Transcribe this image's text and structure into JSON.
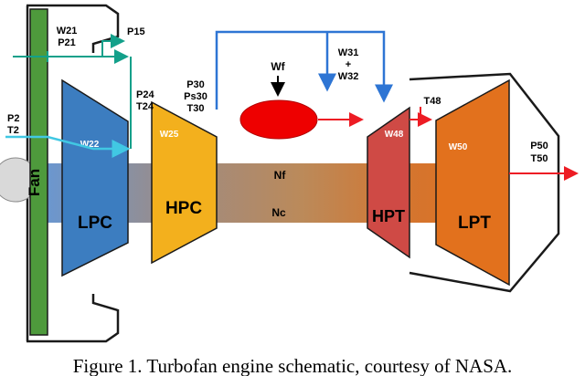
{
  "figure": {
    "caption": "Figure 1. Turbofan engine schematic, courtesy of NASA."
  },
  "diagram": {
    "components": {
      "fan": "Fan",
      "lpc": "LPC",
      "hpc": "HPC",
      "hpt": "HPT",
      "lpt": "LPT",
      "shaft_fan_speed": "Nf",
      "shaft_core_speed": "Nc",
      "fuel_flow": "Wf"
    },
    "stations": {
      "w21": "W21",
      "p21": "P21",
      "p15": "P15",
      "p2": "P2",
      "t2": "T2",
      "p24": "P24",
      "t24": "T24",
      "w22": "W22",
      "w25": "W25",
      "p30": "P30",
      "ps30": "Ps30",
      "t30": "T30",
      "w31": "W31",
      "plus": "+",
      "w32": "W32",
      "t48": "T48",
      "w48": "W48",
      "w50": "W50",
      "p50": "P50",
      "t50": "T50"
    },
    "colors": {
      "fan": "#4e9a3c",
      "lpc": "#3c7dc0",
      "hpc": "#f3b01d",
      "combustor": "#ee0000",
      "hpt": "#cf4a45",
      "lpt": "#e2711d",
      "bleed_line": "#2e75d4",
      "sensor_line_teal": "#13a08a",
      "sensor_line_cyan": "#41c8e3",
      "flow_line_red": "#ed1c24",
      "outline": "#1a1a1a"
    }
  }
}
